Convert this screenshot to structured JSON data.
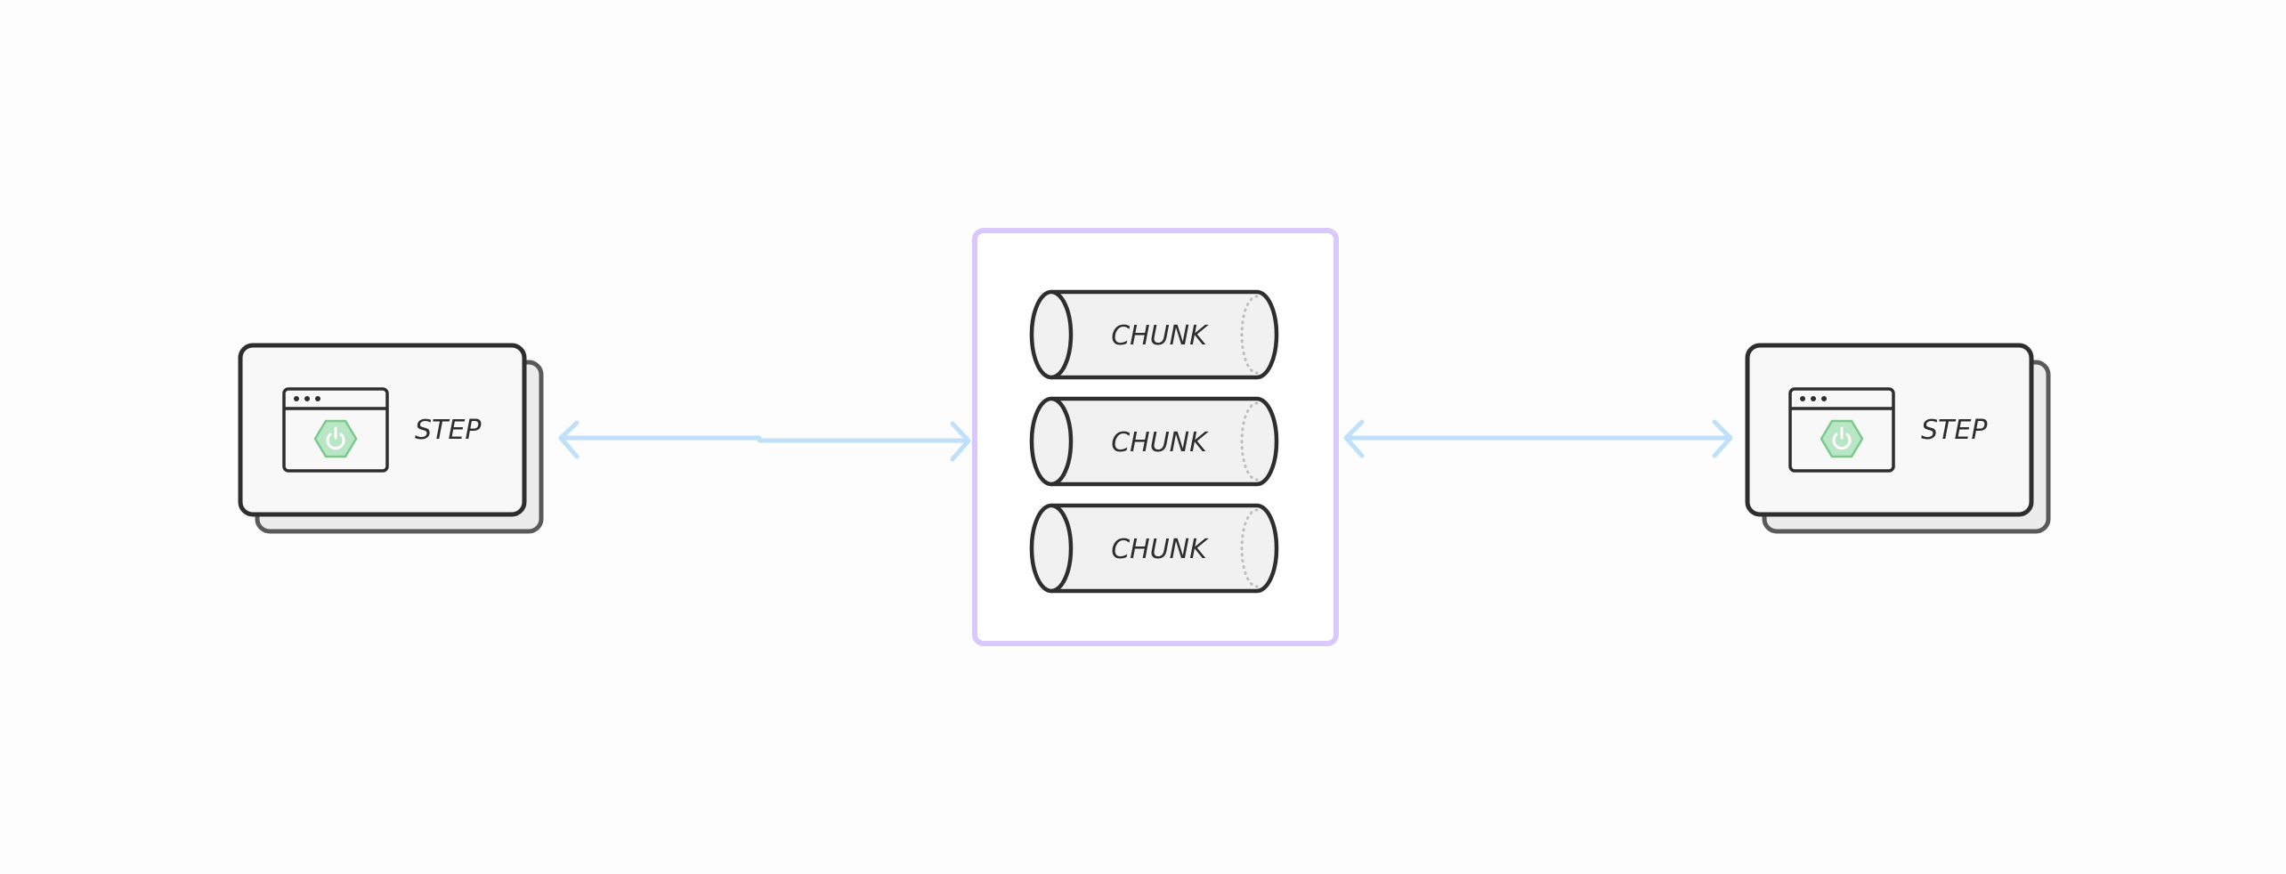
{
  "diagram": {
    "left_step": {
      "label": "STEP",
      "icon": "spring-power-icon"
    },
    "right_step": {
      "label": "STEP",
      "icon": "spring-power-icon"
    },
    "chunks": [
      {
        "label": "CHUNK"
      },
      {
        "label": "CHUNK"
      },
      {
        "label": "CHUNK"
      }
    ],
    "colors": {
      "stroke": "#2e2e2e",
      "card_fill": "#f7f8f7",
      "card_shadow_fill": "#ececec",
      "container_border": "#d9c8fb",
      "arrow": "#bfe0fb",
      "spring_green_fill": "#b9e6c4",
      "spring_green_stroke": "#7cc98e",
      "chunk_fill": "#f1f1f1",
      "chunk_dots": "#bdbdbd"
    }
  }
}
